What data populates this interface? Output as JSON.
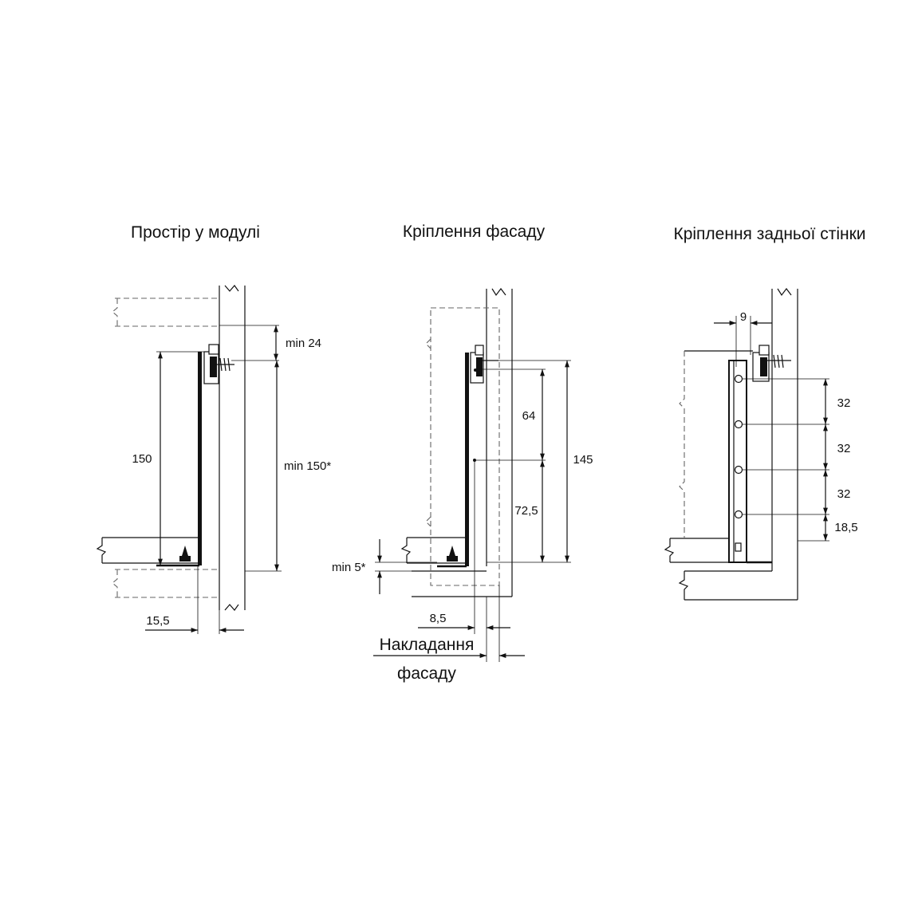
{
  "colors": {
    "ink": "#111111",
    "hidden": "#666666",
    "background": "#ffffff"
  },
  "titles": {
    "space": "Простір у модулі",
    "facade": "Кріплення фасаду",
    "back": "Кріплення задньої стінки"
  },
  "dims": {
    "space": {
      "min24": "min 24",
      "d150": "150",
      "min150": "min 150*",
      "d15_5": "15,5"
    },
    "facade": {
      "d64": "64",
      "d145": "145",
      "d72_5": "72,5",
      "min5": "min 5*",
      "d8_5": "8,5"
    },
    "back": {
      "d9": "9",
      "d32a": "32",
      "d32b": "32",
      "d32c": "32",
      "d18_5": "18,5"
    }
  },
  "captions": {
    "overlay_line1": "Накладання",
    "overlay_line2": "фасаду"
  }
}
